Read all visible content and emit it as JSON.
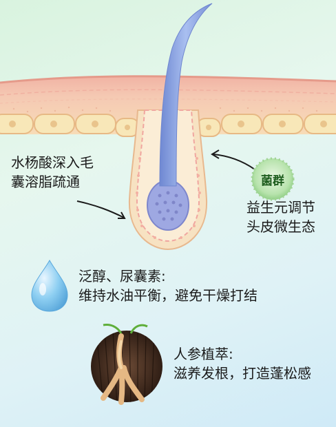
{
  "labels": {
    "salicylic": [
      "水杨酸深入毛",
      "囊溶脂疏通"
    ],
    "probiotic": [
      "益生元调节",
      "头皮微生态"
    ],
    "alcohol": [
      "泛醇、尿囊素:",
      "维持水油平衡，避免干燥打结"
    ],
    "ginseng": [
      "人参植萃:",
      "滋养发根，打造蓬松感"
    ]
  },
  "badge": {
    "text": "菌群",
    "color": "#8fcf8a"
  },
  "colors": {
    "skin_top": "#f4c4b6",
    "skin_mid": "#f6d9b8",
    "fat_cells": "#f8e7b8",
    "hair": "#8ea6df",
    "follicle_bulb": "#9ea8e2",
    "droplet": "#7fc3ea"
  }
}
